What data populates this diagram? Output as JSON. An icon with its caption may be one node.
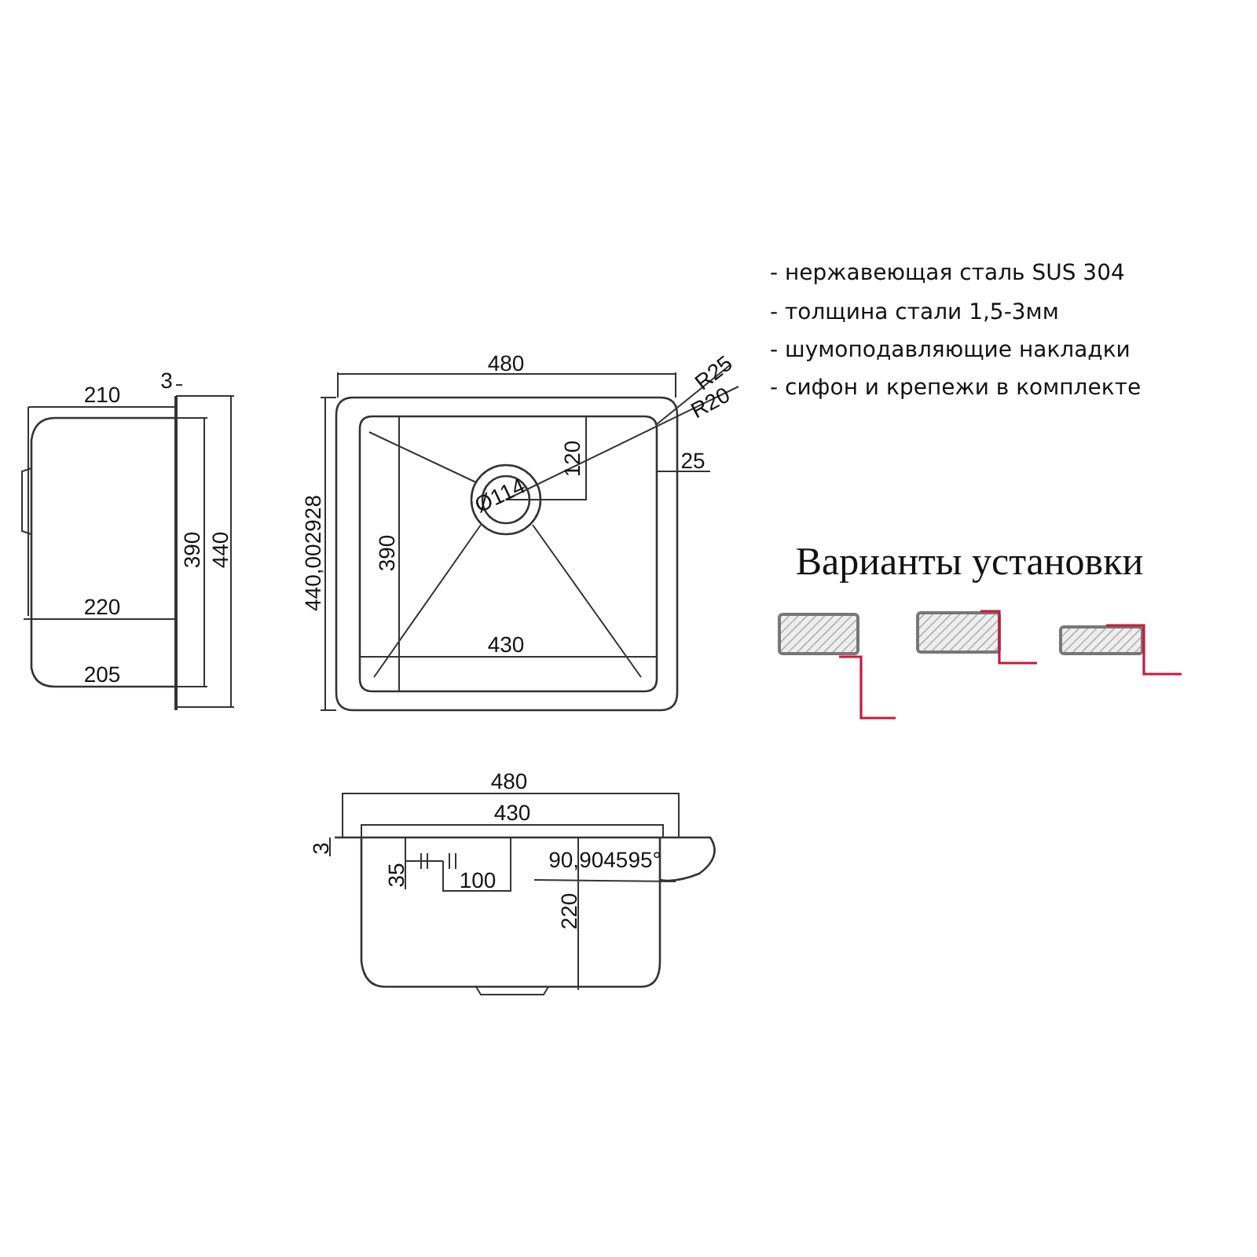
{
  "diagram": {
    "labels": [
      "- нержавеющая сталь SUS 304",
      "- толщина стали 1,5-3мм",
      "- шумоподавляющие накладки",
      "- сифон и крепежи в комплекте",
      "210",
      "3",
      "480",
      "R25",
      "R20",
      "25",
      "120",
      "Ø114",
      "440,002928",
      "390",
      "390",
      "440",
      "220",
      "430",
      "205",
      "Варианты установки",
      "480",
      "430",
      "3",
      "35",
      "100",
      "90,904595°",
      "220"
    ]
  }
}
